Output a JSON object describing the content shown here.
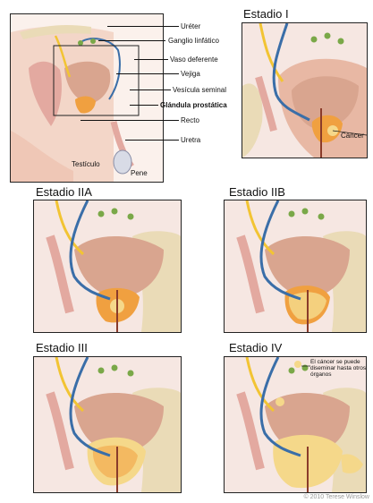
{
  "overview_labels": {
    "ureter": "Uréter",
    "lymph_node": "Ganglio linfático",
    "vas_deferens": "Vaso deferente",
    "bladder": "Vejiga",
    "seminal_vesicle": "Vesícula seminal",
    "prostate": "Glándula prostática",
    "rectum": "Recto",
    "urethra": "Uretra",
    "testicle": "Testículo",
    "penis": "Pene"
  },
  "stages": {
    "stage_1": "Estadio I",
    "stage_2a": "Estadio IIA",
    "stage_2b": "Estadio IIB",
    "stage_3": "Estadio III",
    "stage_4": "Estadio IV"
  },
  "cancer_label": "Cáncer",
  "stage4_note": "El cáncer se puede diseminar hasta otros órganos",
  "credit": "© 2010 Terese Winslow",
  "colors": {
    "skin": "#f3d6c8",
    "bladder": "#d9a58f",
    "ureter": "#f2c433",
    "vas": "#3a6ea8",
    "prostate": "#f0a040",
    "cancer": "#f5d88a",
    "rectum": "#e3a9a0",
    "bone": "#eadbb7",
    "node": "#7aa848"
  }
}
